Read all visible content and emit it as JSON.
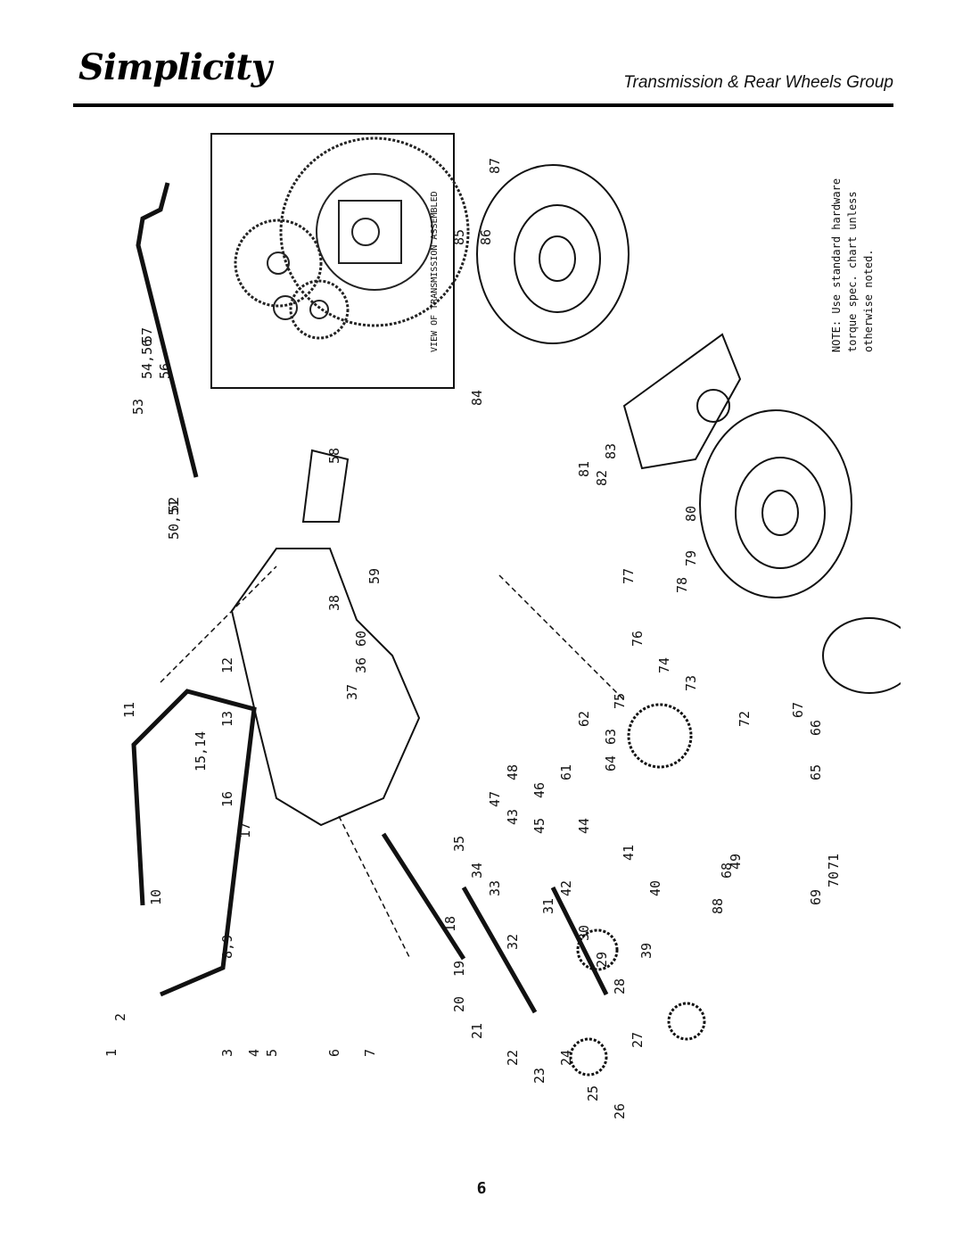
{
  "header": {
    "brand": "Simplicity",
    "section_title": "Transmission & Rear Wheels Group"
  },
  "inset": {
    "caption": "VIEW OF TRANSMISSION ASSEMBLED"
  },
  "note": {
    "line1": "NOTE: Use standard hardware",
    "line2": "torque spec. chart unless",
    "line3": "otherwise noted."
  },
  "callouts": [
    "1",
    "2",
    "3",
    "4",
    "5",
    "6",
    "7",
    "8,9",
    "10",
    "11",
    "12",
    "13",
    "15,14",
    "16",
    "17",
    "18",
    "19",
    "20",
    "21",
    "22",
    "23",
    "24",
    "25",
    "26",
    "27",
    "28",
    "29",
    "30",
    "31",
    "32",
    "33",
    "34",
    "35",
    "36",
    "37",
    "38",
    "39",
    "40",
    "41",
    "42",
    "43",
    "44",
    "45",
    "46",
    "47",
    "48",
    "49",
    "50,51",
    "52",
    "53",
    "54,56",
    "56",
    "57",
    "58",
    "59",
    "60",
    "61",
    "62",
    "63",
    "64",
    "65",
    "66",
    "67",
    "68",
    "69",
    "70",
    "71",
    "72",
    "73",
    "74",
    "75",
    "76",
    "77",
    "78",
    "79",
    "80",
    "81",
    "82",
    "83",
    "84",
    "85",
    "86",
    "87",
    "88"
  ],
  "footer": {
    "page_number": "6"
  }
}
